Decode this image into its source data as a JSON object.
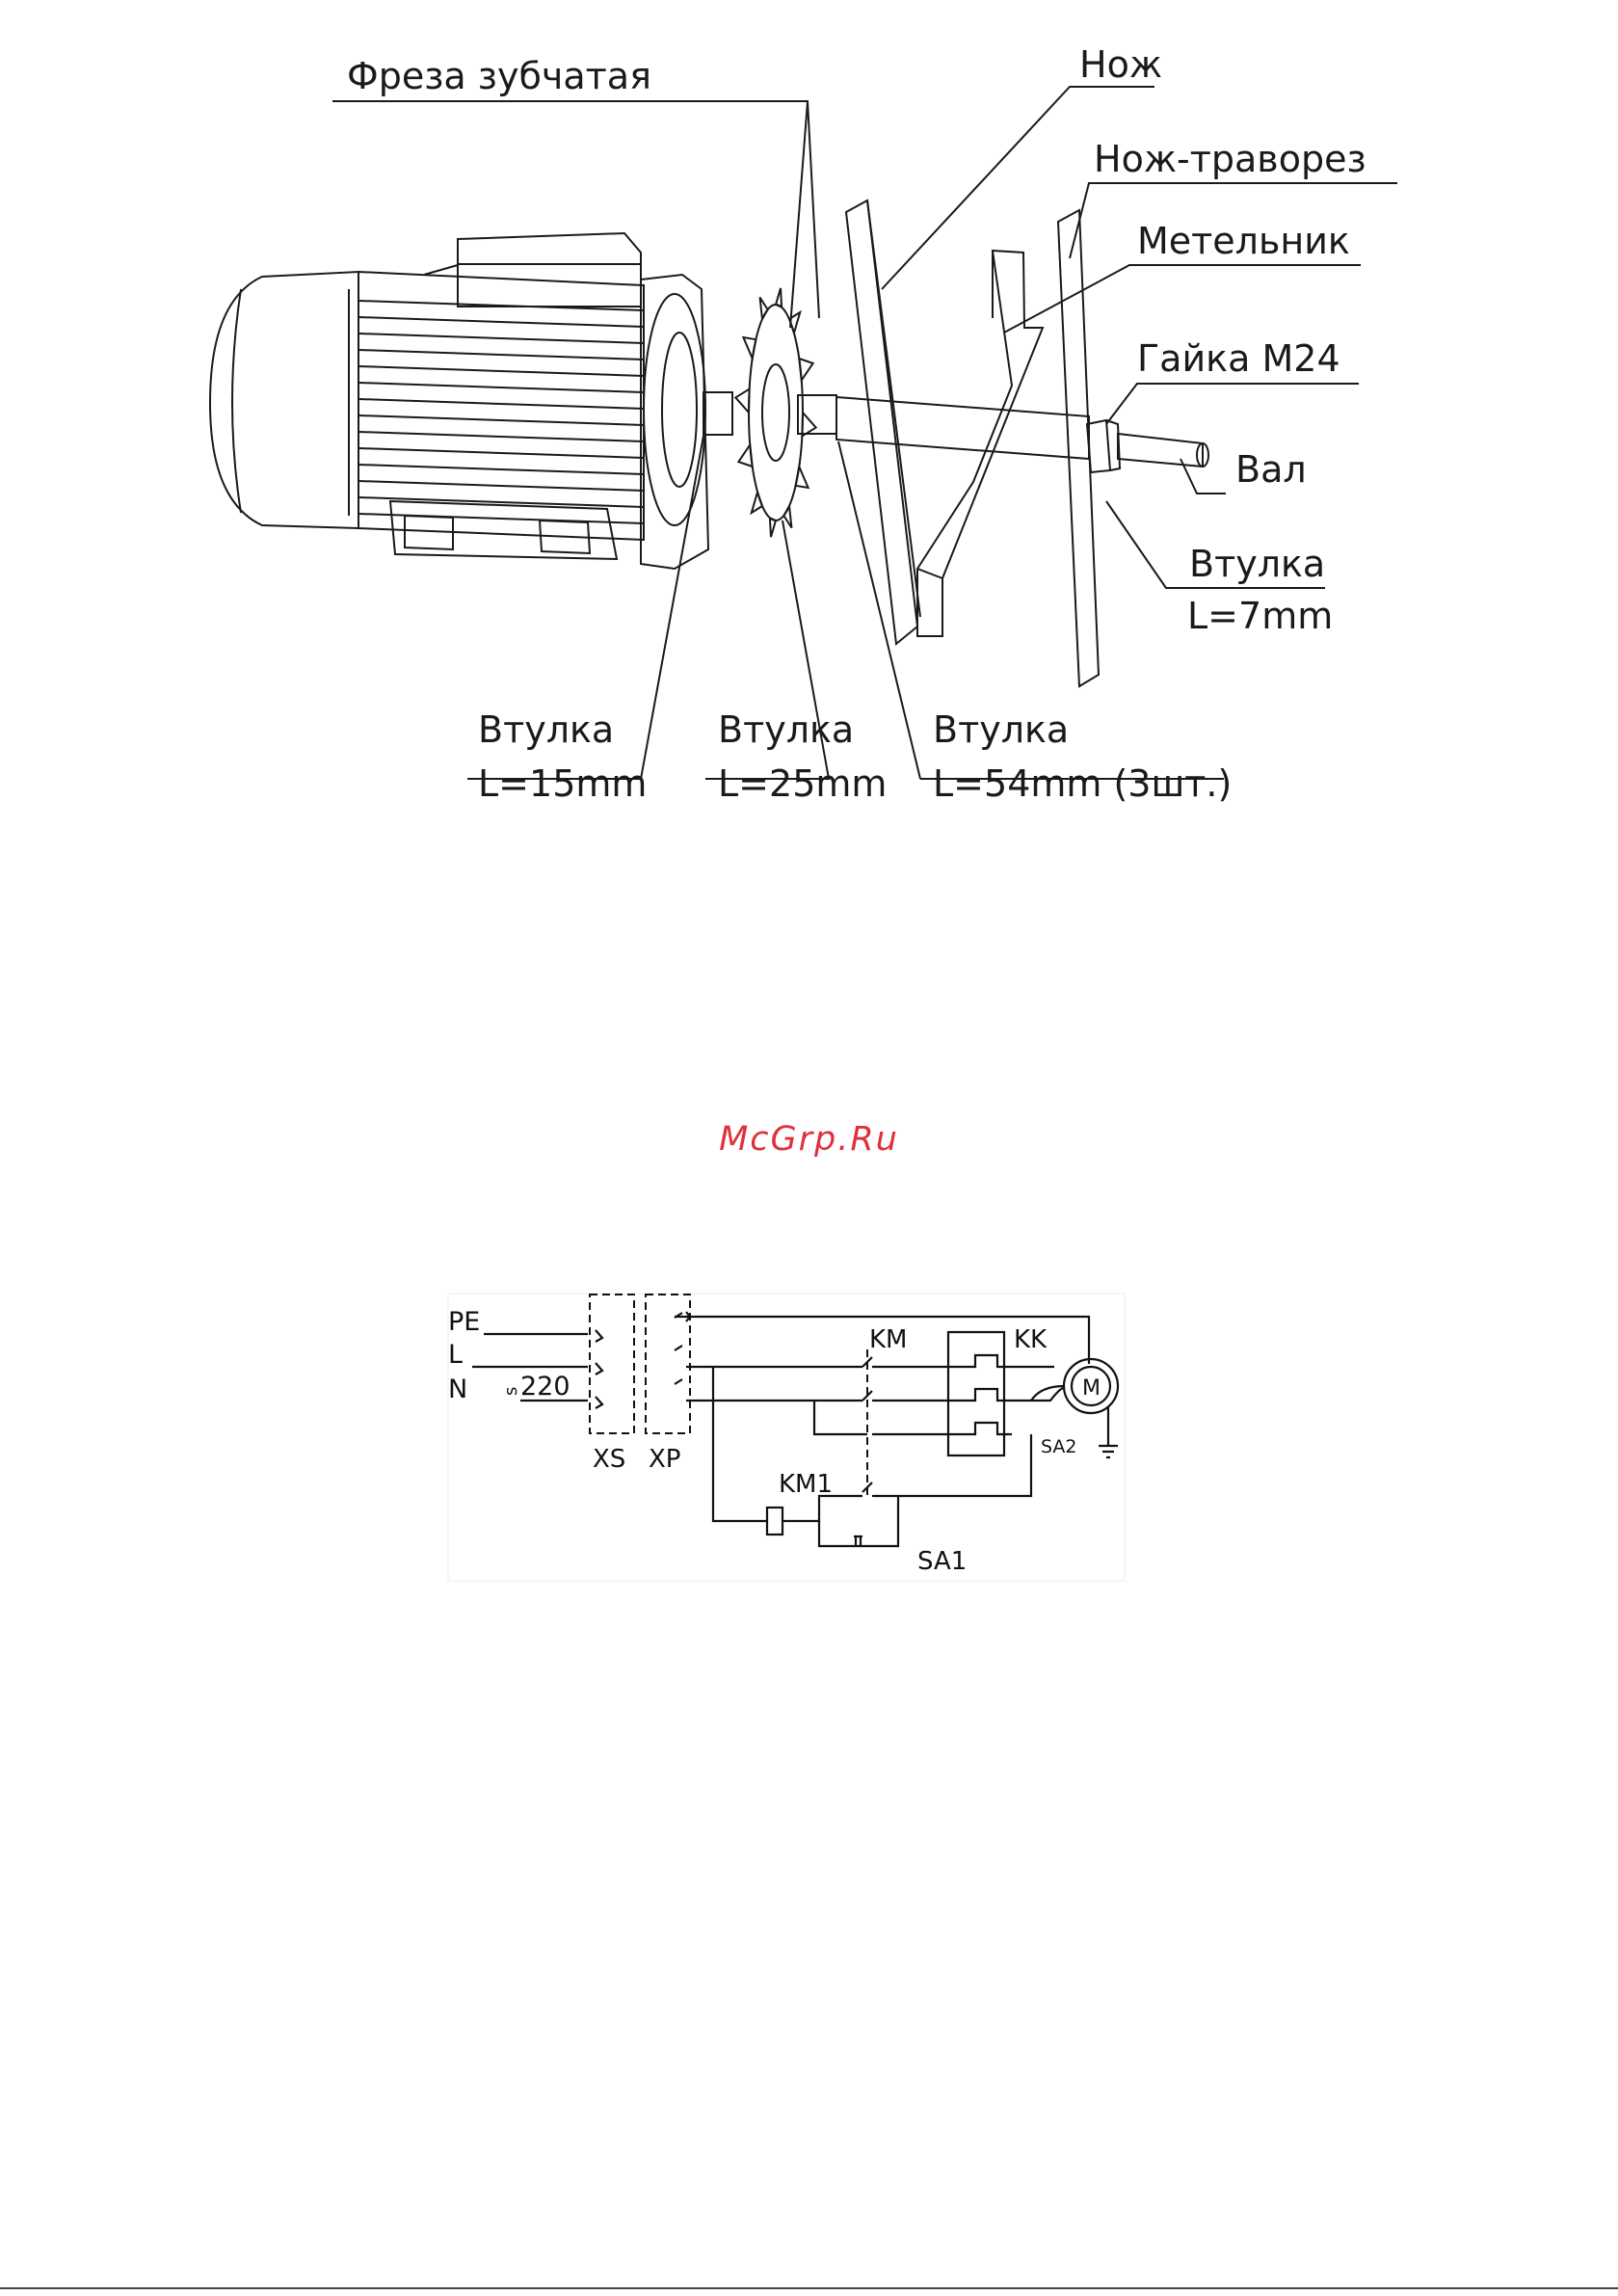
{
  "assembly": {
    "labels": {
      "cutter": "Фреза зубчатая",
      "knife": "Нож",
      "grass_knife": "Нож-траворез",
      "beater": "Метельник",
      "nut": "Гайка М24",
      "shaft": "Вал",
      "bushing_7_name": "Втулка",
      "bushing_7_len": "L=7mm",
      "bushing_15_name": "Втулка",
      "bushing_15_len": "L=15mm",
      "bushing_25_name": "Втулка",
      "bushing_25_len": "L=25mm",
      "bushing_54_name": "Втулка",
      "bushing_54_len": "L=54mm (3шт.)"
    }
  },
  "watermark": "McGrp.Ru",
  "schematic": {
    "pe": "PE",
    "l": "L",
    "n": "N",
    "voltage": "220",
    "ac_symbol": "s",
    "xs": "XS",
    "xp": "XP",
    "km": "KM",
    "kk": "KK",
    "motor": "M",
    "sa2": "SA2",
    "km1": "KM1",
    "sa1": "SA1"
  }
}
